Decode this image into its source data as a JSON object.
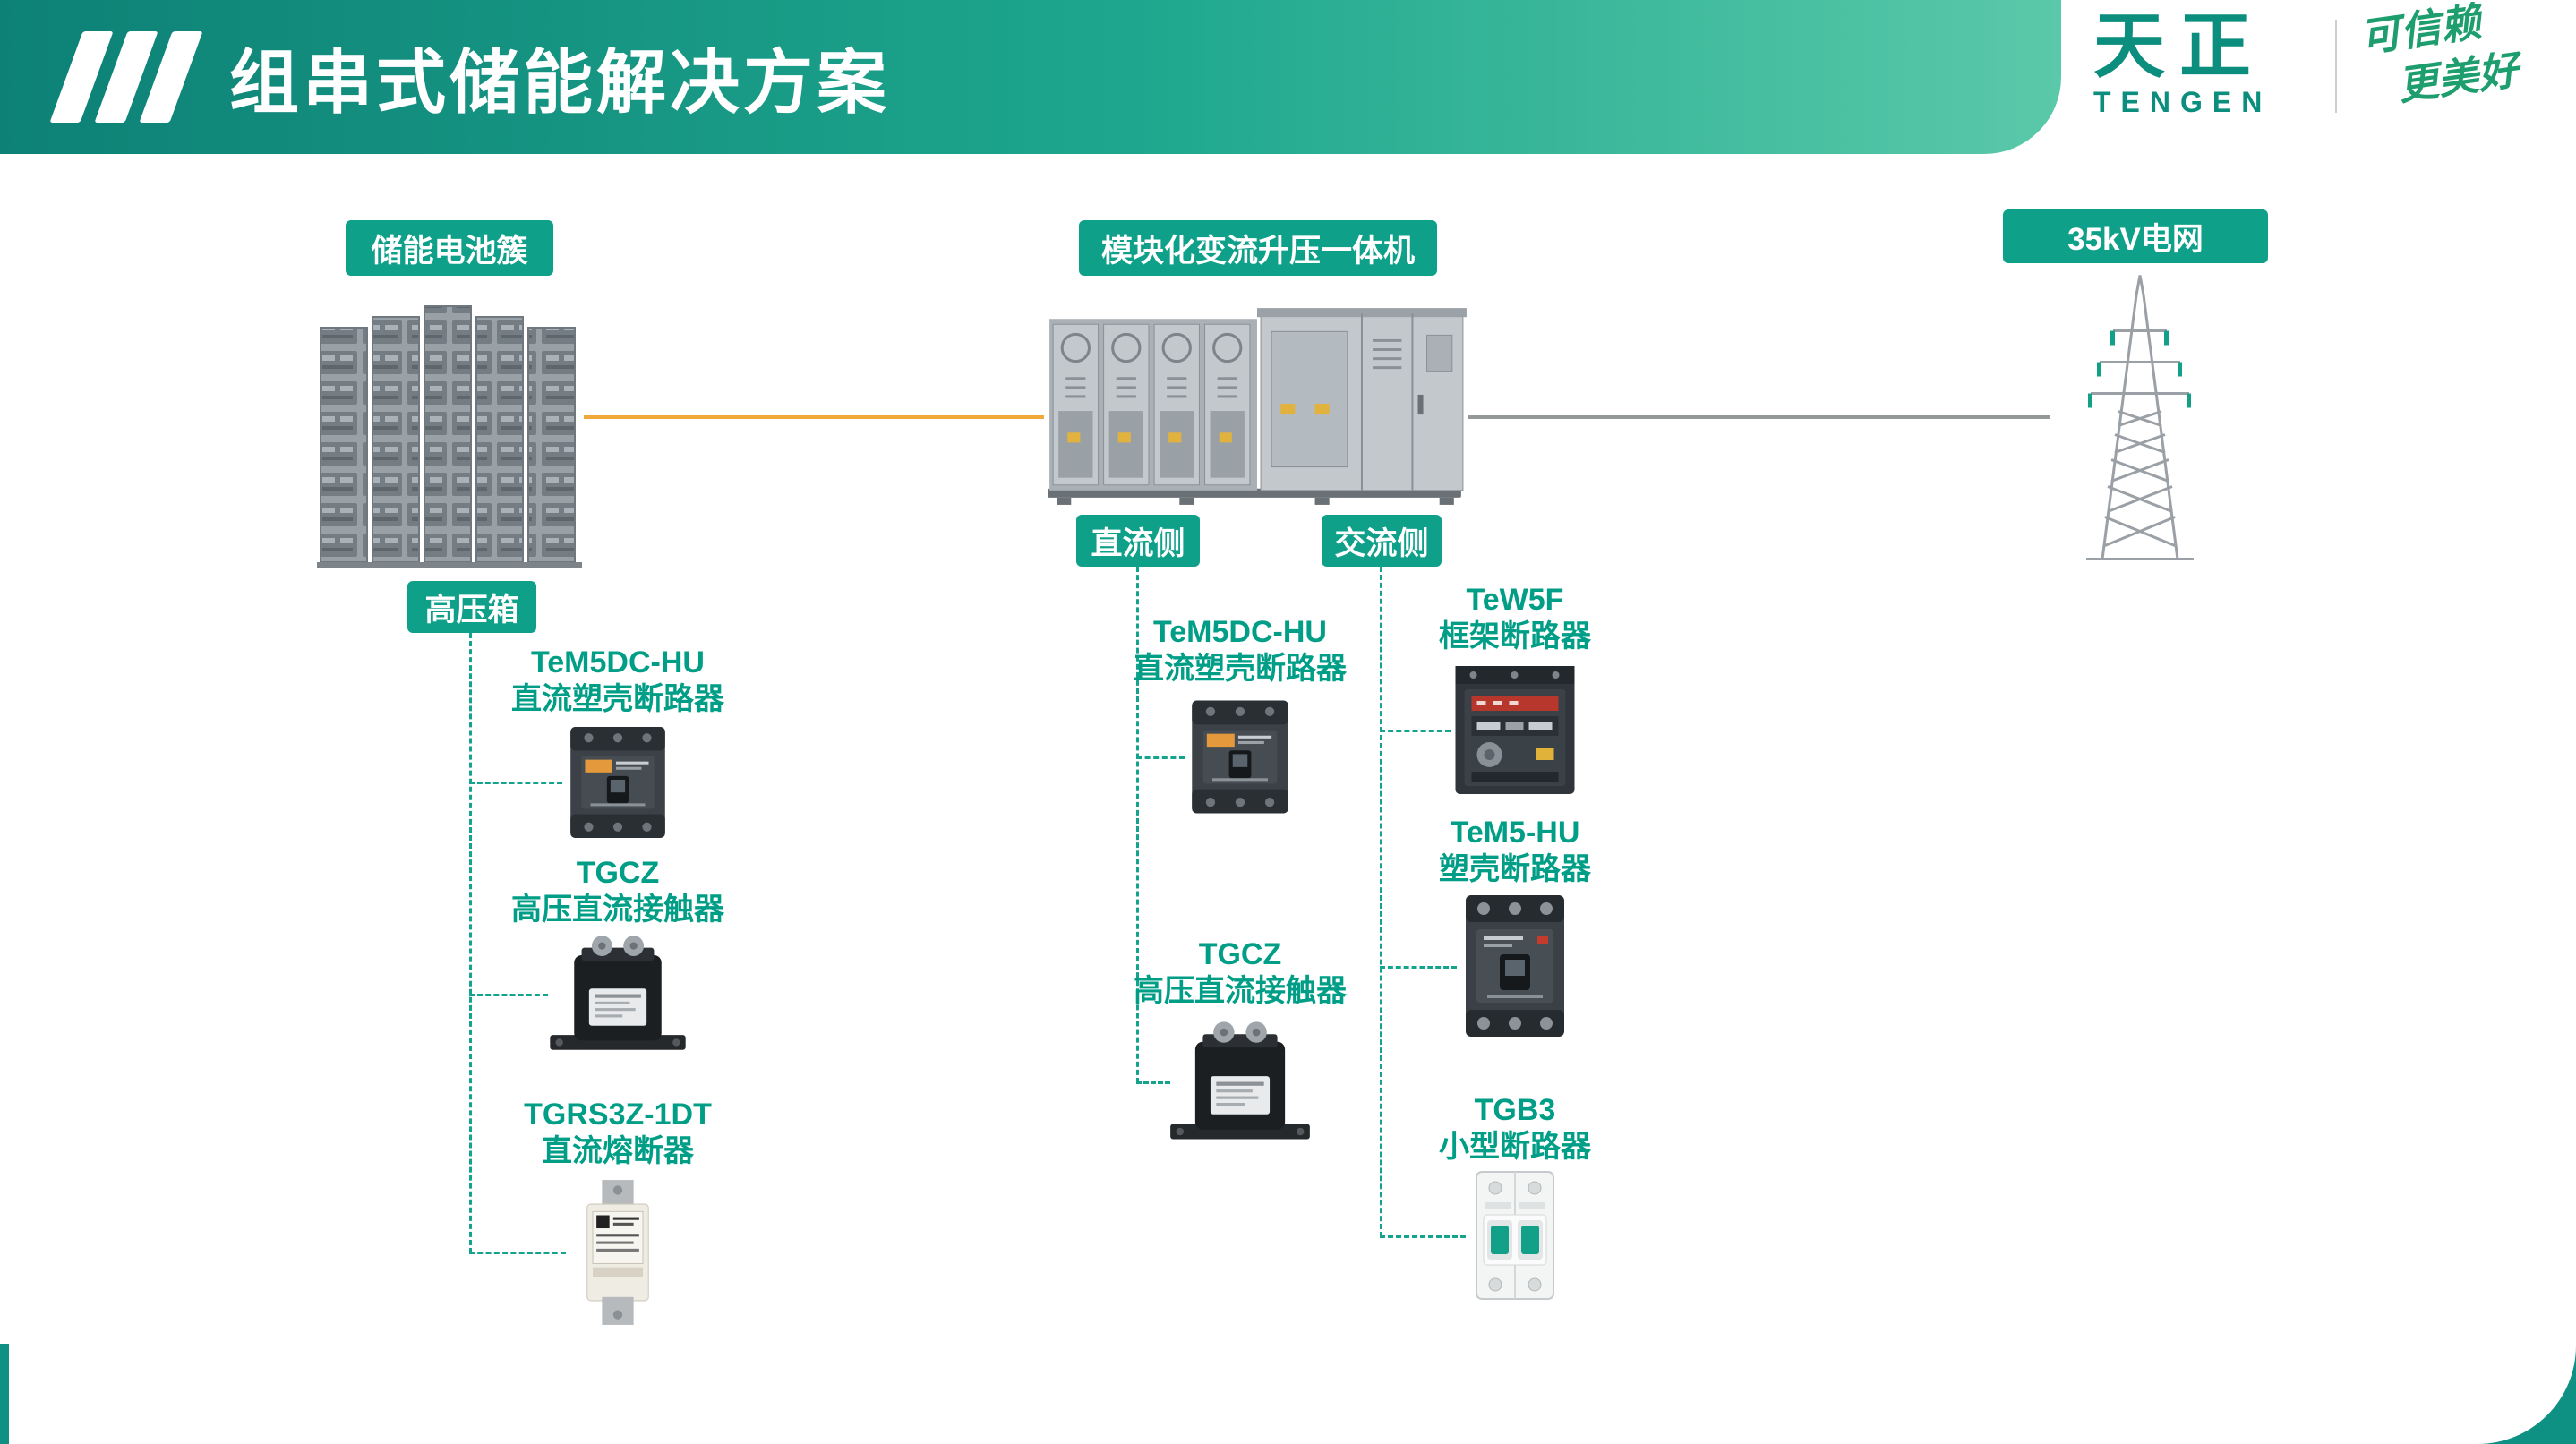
{
  "header": {
    "title": "组串式储能解决方案"
  },
  "brand": {
    "logo_cn": "天正",
    "logo_en": "TENGEN",
    "slogan_line1": "可信赖",
    "slogan_line2": "更美好"
  },
  "diagram": {
    "battery_label": "储能电池簇",
    "converter_label": "模块化变流升压一体机",
    "grid_label": "35kV电网",
    "dc_side_label": "直流侧",
    "ac_side_label": "交流侧",
    "hv_box_label": "高压箱"
  },
  "products": {
    "hv_box": [
      {
        "model": "TeM5DC-HU",
        "desc": "直流塑壳断路器"
      },
      {
        "model": "TGCZ",
        "desc": "高压直流接触器"
      },
      {
        "model": "TGRS3Z-1DT",
        "desc": "直流熔断器"
      }
    ],
    "dc_side": [
      {
        "model": "TeM5DC-HU",
        "desc": "直流塑壳断路器"
      },
      {
        "model": "TGCZ",
        "desc": "高压直流接触器"
      }
    ],
    "ac_side": [
      {
        "model": "TeW5F",
        "desc": "框架断路器"
      },
      {
        "model": "TeM5-HU",
        "desc": "塑壳断路器"
      },
      {
        "model": "TGB3",
        "desc": "小型断路器"
      }
    ]
  },
  "colors": {
    "brand_teal": "#0FA08A",
    "dashed_connector_teal": "#14A38C",
    "dc_line_orange": "#F2A93B",
    "ac_line_gray": "#939899",
    "slogan_green": "#1E9E6E"
  }
}
